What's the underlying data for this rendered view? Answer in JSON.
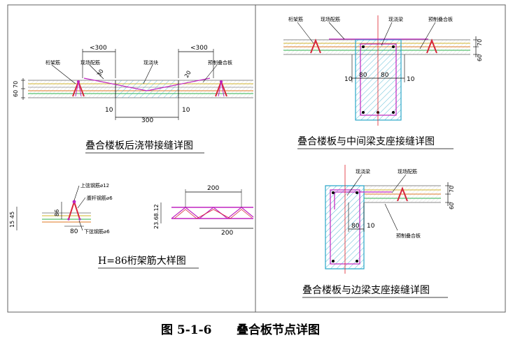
{
  "figure": {
    "caption_number": "图 5-1-6",
    "caption_text": "叠合板节点详图"
  },
  "panel_post_cast": {
    "title": "叠合楼板后浇带接缝详图",
    "labels": {
      "truss_rebar": "桁架筋",
      "site_rebar": "现场配筋",
      "cast_in_place": "现浇块",
      "precast_slab": "预制叠合板"
    },
    "dims": {
      "max_left": "<300",
      "max_right": "<300",
      "d30": "30",
      "d20": "20",
      "t60": "60",
      "t70": "70",
      "gap_left": "10",
      "gap_right": "10",
      "width": "300"
    }
  },
  "panel_middle_beam": {
    "title": "叠合楼板与中间梁支座接缝详图",
    "labels": {
      "truss_rebar": "桁架筋",
      "site_rebar": "现场配筋",
      "cast_beam": "现浇梁",
      "precast_slab": "预制叠合板"
    },
    "dims": {
      "t70": "70",
      "t60": "60",
      "left10": "10",
      "bear_left": "80",
      "bear_right": "80",
      "right10": "10"
    }
  },
  "panel_truss_detail": {
    "title": "H=86桁架筋大样图",
    "labels": {
      "top_chord": "上弦钢筋⌀12",
      "web_bar": "腹杆钢筋⌀6",
      "bottom_chord": "下弦钢筋⌀6"
    },
    "dims": {
      "d15": "15",
      "d45": "45",
      "h86": "86",
      "w80": "80",
      "span_top": "200",
      "span_bottom": "200",
      "stack": "23.68.12"
    }
  },
  "panel_edge_beam": {
    "title": "叠合楼板与边梁支座接缝详图",
    "labels": {
      "cast_beam": "现浇梁",
      "site_rebar": "现场配筋",
      "precast_slab": "预制叠合板"
    },
    "dims": {
      "t70": "70",
      "t60": "60",
      "bear80": "80",
      "gap10": "10"
    }
  },
  "colors": {
    "frame": "#606060",
    "hatch_cyan": "#2aa7c9",
    "rebar_magenta": "#c024c0",
    "truss_red": "#d7263a",
    "axis_red": "#e0202a",
    "line_green": "#2bb34a",
    "line_yellow": "#d3b42a",
    "line_orange": "#e07a22",
    "slab_gray": "#8b8b8b"
  }
}
